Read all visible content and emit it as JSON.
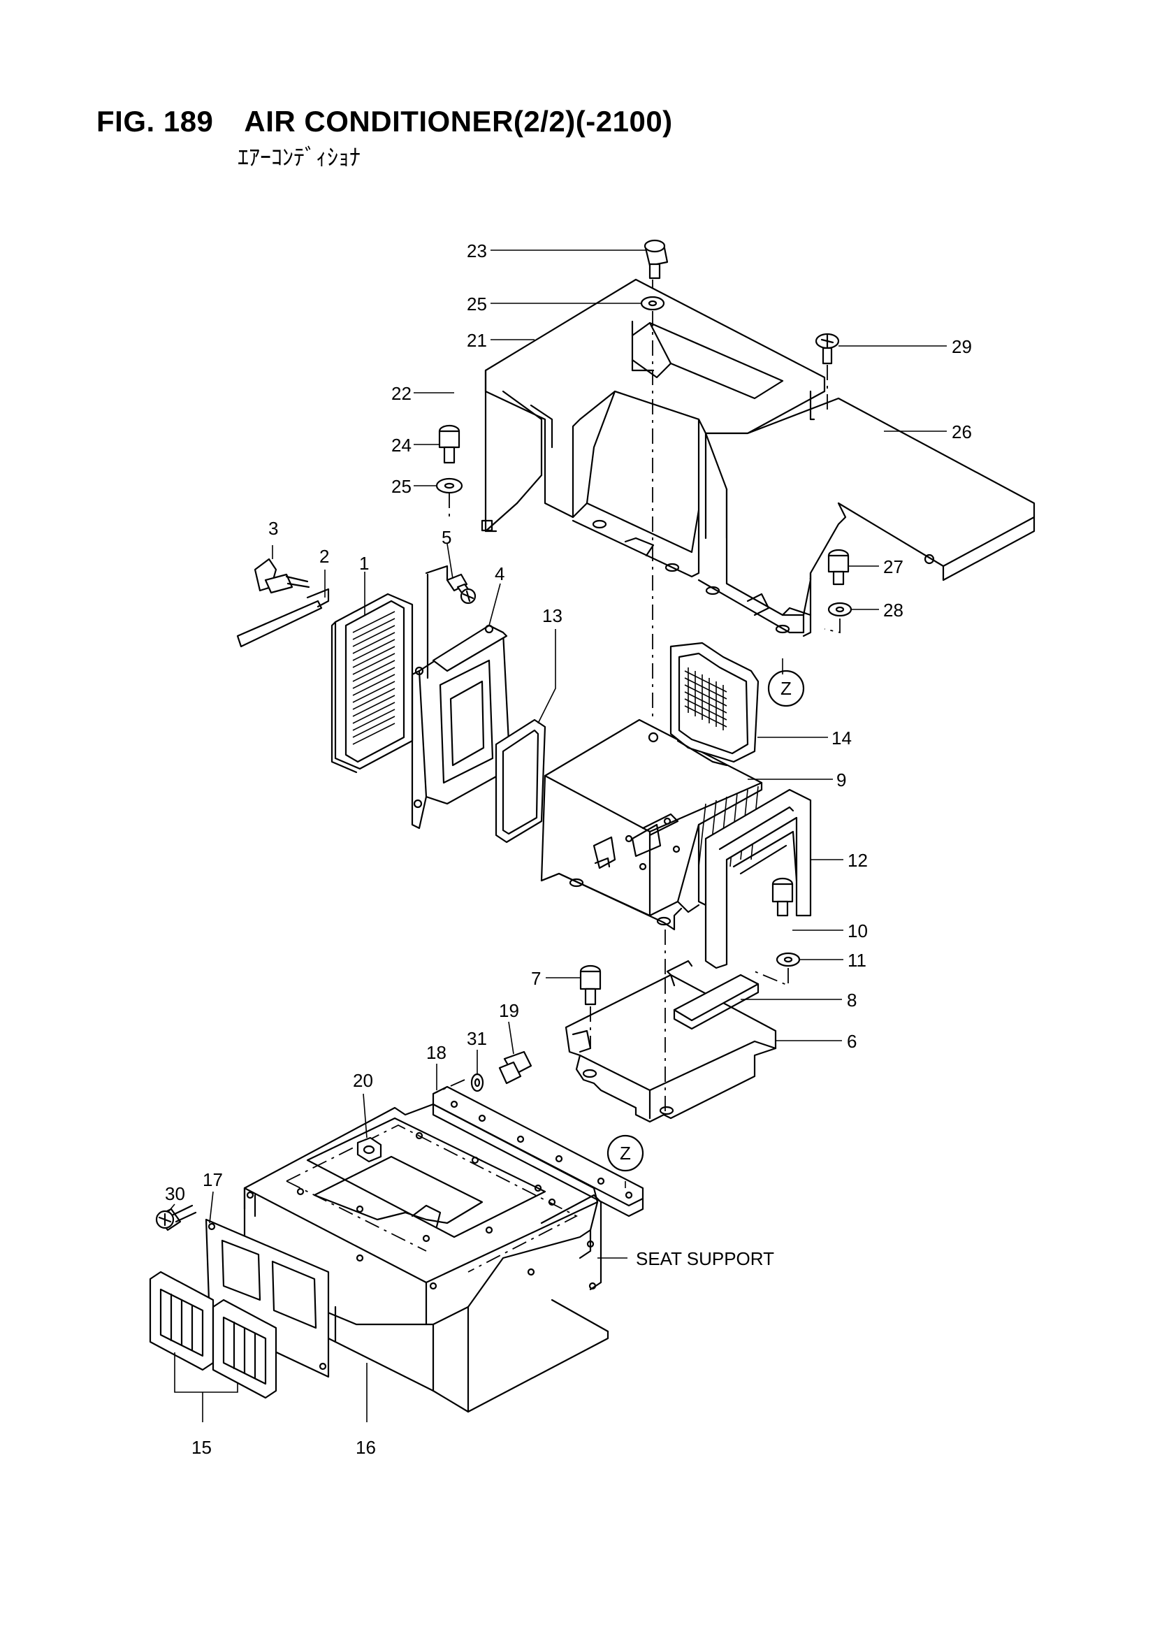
{
  "figure": {
    "number": "FIG. 189",
    "title": "AIR CONDITIONER(2/2)(-2100)",
    "subtitle": "ｴｱｰｺﾝﾃﾞｨｼｮﾅ"
  },
  "callouts": [
    {
      "id": "c23",
      "text": "23"
    },
    {
      "id": "c25a",
      "text": "25"
    },
    {
      "id": "c21",
      "text": "21"
    },
    {
      "id": "c22",
      "text": "22"
    },
    {
      "id": "c24",
      "text": "24"
    },
    {
      "id": "c25b",
      "text": "25"
    },
    {
      "id": "c29",
      "text": "29"
    },
    {
      "id": "c26",
      "text": "26"
    },
    {
      "id": "c3",
      "text": "3"
    },
    {
      "id": "c2",
      "text": "2"
    },
    {
      "id": "c1",
      "text": "1"
    },
    {
      "id": "c5",
      "text": "5"
    },
    {
      "id": "c4",
      "text": "4"
    },
    {
      "id": "c13",
      "text": "13"
    },
    {
      "id": "c27",
      "text": "27"
    },
    {
      "id": "c28",
      "text": "28"
    },
    {
      "id": "c14",
      "text": "14"
    },
    {
      "id": "c9",
      "text": "9"
    },
    {
      "id": "c12",
      "text": "12"
    },
    {
      "id": "c10",
      "text": "10"
    },
    {
      "id": "c11",
      "text": "11"
    },
    {
      "id": "c7",
      "text": "7"
    },
    {
      "id": "c8",
      "text": "8"
    },
    {
      "id": "c6",
      "text": "6"
    },
    {
      "id": "c19",
      "text": "19"
    },
    {
      "id": "c31",
      "text": "31"
    },
    {
      "id": "c18",
      "text": "18"
    },
    {
      "id": "c20",
      "text": "20"
    },
    {
      "id": "c17",
      "text": "17"
    },
    {
      "id": "c30",
      "text": "30"
    },
    {
      "id": "c15",
      "text": "15"
    },
    {
      "id": "c16",
      "text": "16"
    },
    {
      "id": "seat",
      "text": "SEAT SUPPORT"
    }
  ],
  "markers": [
    {
      "id": "z1",
      "text": "Z"
    },
    {
      "id": "z2",
      "text": "Z"
    }
  ]
}
